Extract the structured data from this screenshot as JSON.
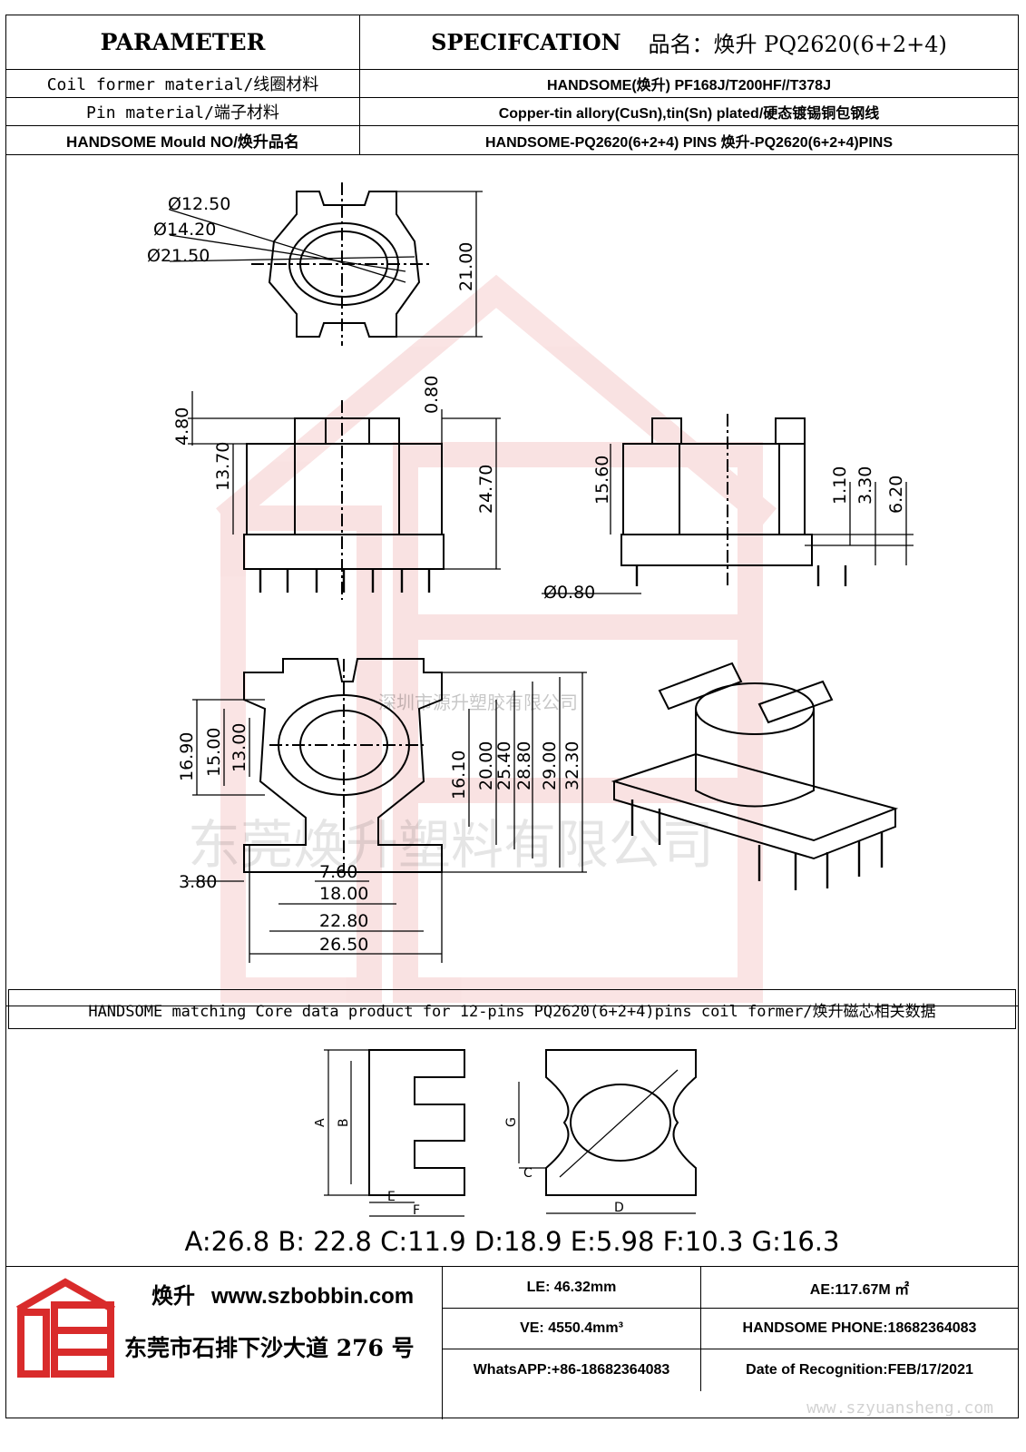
{
  "header": {
    "parameter_label": "PARAMETER",
    "spec_label": "SPECIFCATION",
    "product_name": "品名：焕升 PQ2620(6+2+4)"
  },
  "rows": [
    {
      "label": "Coil former material/线圈材料",
      "value": "HANDSOME(焕升)   PF168J/T200HF//T378J"
    },
    {
      "label": "Pin material/端子材料",
      "value": "Copper-tin allory(CuSn),tin(Sn) plated/硬态镀锡铜包钢线"
    },
    {
      "label": "HANDSOME Mould NO/焕升品名",
      "value": "HANDSOME-PQ2620(6+2+4) PINS    焕升-PQ2620(6+2+4)PINS"
    }
  ],
  "dimensions": {
    "A": "Ø12.50",
    "B": "Ø14.20",
    "C": "Ø21.50",
    "D_top": "21.00",
    "D_side": "4.80",
    "E": "13.70",
    "F": "0.80",
    "G": "24.70",
    "H": "15.60",
    "I": "1.10",
    "J": "3.30",
    "K": "6.20",
    "L": "Ø0.80",
    "H1": "16.90",
    "H2": "15.00",
    "H3": "13.00",
    "T": "16.10",
    "M": "20.00",
    "N": "25.40",
    "O": "28.80",
    "U": "29.00",
    "V": "32.30",
    "P": "3.80",
    "Q": "7.60",
    "V2": "18.00",
    "R": "22.80",
    "S": "26.50"
  },
  "watermarks": {
    "company_small": "深圳市源升塑胶有限公司",
    "company_large": "东莞焕升塑料有限公司",
    "site": "www.szyuansheng.com"
  },
  "core": {
    "header": "HANDSOME matching Core data  product for 12-pins PQ2620(6+2+4)pins coil former/焕升磁芯相关数据",
    "letters": [
      "A",
      "B",
      "G",
      "C",
      "D",
      "E",
      "F"
    ],
    "values_text": "A:26.8 B: 22.8 C:11.9 D:18.9 E:5.98 F:10.3 G:16.3"
  },
  "footer": {
    "brand": "焕升",
    "website": "www.szbobbin.com",
    "address": "东莞市石排下沙大道 276 号",
    "le": "LE: 46.32mm",
    "ae": "AE:117.67M ㎡",
    "ve": "VE: 4550.4mm³",
    "phone": "HANDSOME PHONE:18682364083",
    "whatsapp": "WhatsAPP:+86-18682364083",
    "date": "Date of Recognition:FEB/17/2021"
  },
  "colors": {
    "watermark": "#d92b2b",
    "line": "#000000"
  }
}
